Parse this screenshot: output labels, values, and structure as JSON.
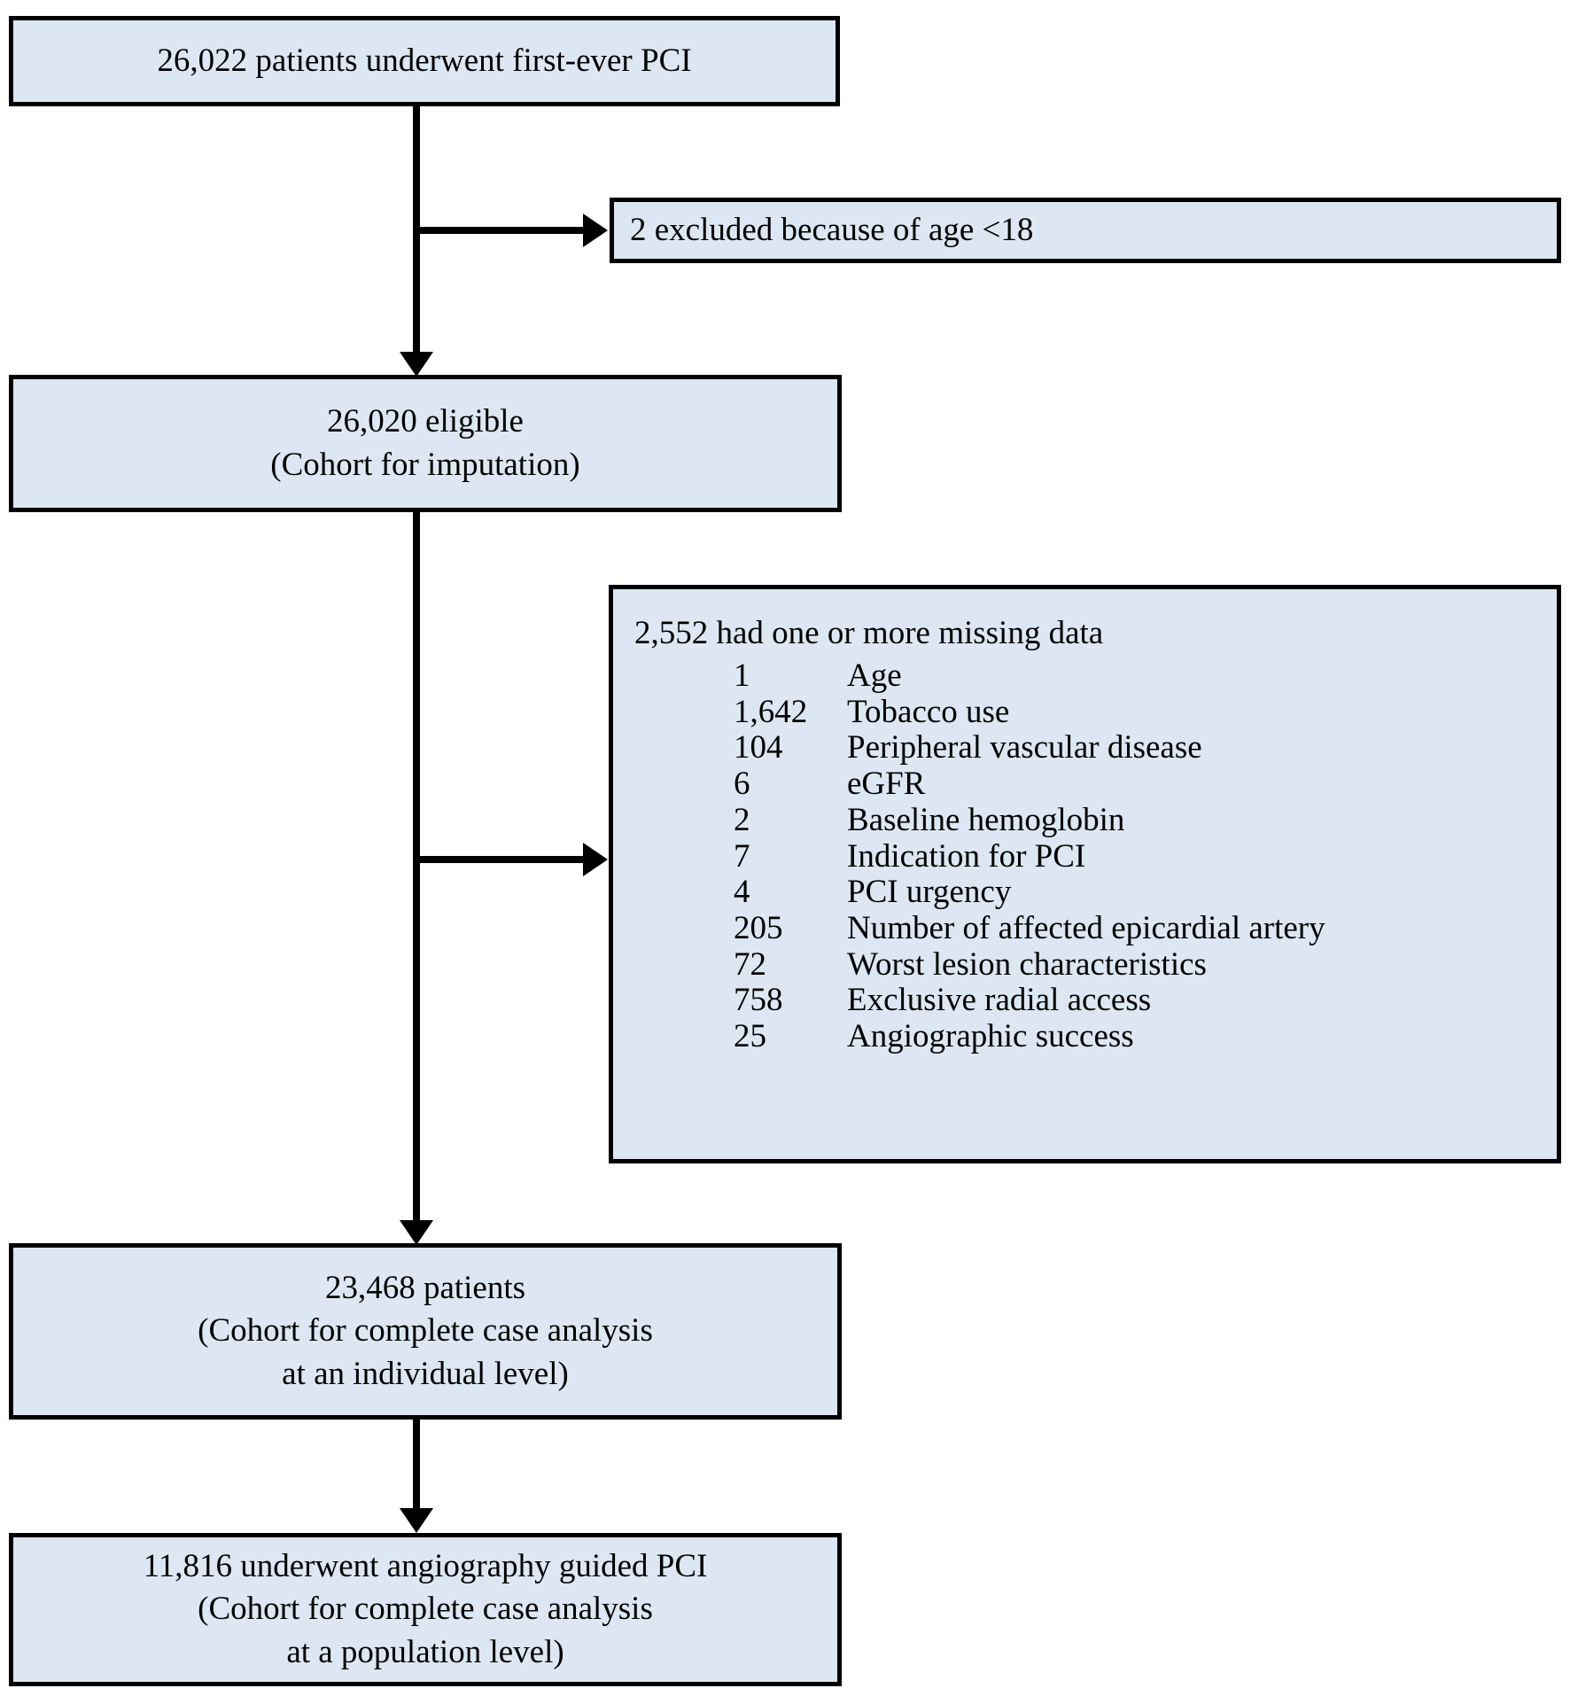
{
  "figure": {
    "type": "flowchart",
    "orientation": "vertical",
    "fill_color": "#dce7f3",
    "border_color": "#000000"
  },
  "nodes": {
    "first_ever": {
      "text": "26,022 patients underwent first-ever PCI"
    },
    "excluded_age": {
      "text": "2 excluded because of age <18"
    },
    "eligible": {
      "line1": "26,020 eligible",
      "line2": "(Cohort for imputation)"
    },
    "missing": {
      "heading": "2,552 had one or more missing data",
      "items": [
        {
          "count": "1",
          "label": "Age"
        },
        {
          "count": "1,642",
          "label": "Tobacco use"
        },
        {
          "count": "104",
          "label": "Peripheral vascular disease"
        },
        {
          "count": "6",
          "label": "eGFR"
        },
        {
          "count": "2",
          "label": "Baseline hemoglobin"
        },
        {
          "count": "7",
          "label": "Indication for PCI"
        },
        {
          "count": "4",
          "label": "PCI urgency"
        },
        {
          "count": "205",
          "label": "Number of affected epicardial artery"
        },
        {
          "count": "72",
          "label": "Worst lesion characteristics"
        },
        {
          "count": "758",
          "label": "Exclusive radial access"
        },
        {
          "count": "25",
          "label": "Angiographic success"
        }
      ]
    },
    "complete_case_individual": {
      "line1": "23,468 patients",
      "line2": "(Cohort for complete case analysis",
      "line3": "at an individual level)"
    },
    "complete_case_population": {
      "line1": "11,816 underwent angiography guided PCI",
      "line2": "(Cohort for complete case analysis",
      "line3": "at a population level)"
    }
  }
}
